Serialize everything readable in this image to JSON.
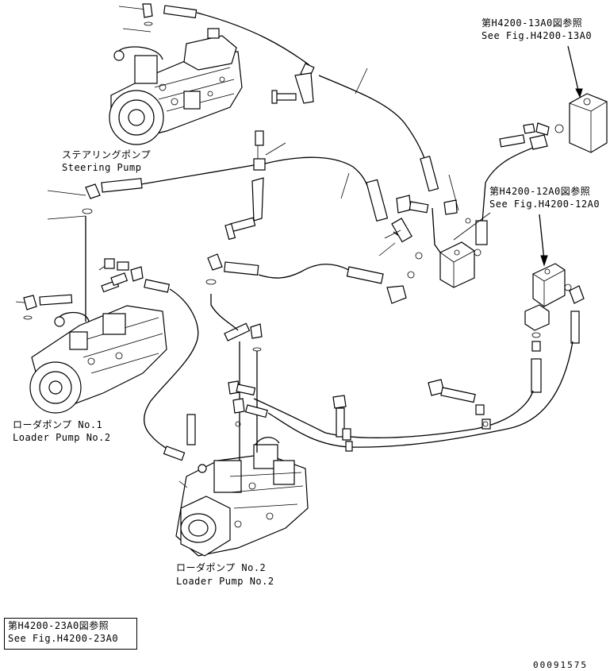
{
  "labels": {
    "steering_jp": "ステアリングポンプ",
    "steering_en": "Steering Pump",
    "loader1_jp": "ローダポンプ No.1",
    "loader1_en": "Loader Pump No.2",
    "loader2_jp": "ローダポンプ No.2",
    "loader2_en": "Loader Pump No.2",
    "ref13_jp": "第H4200-13A0図参照",
    "ref13_en": "See Fig.H4200-13A0",
    "ref12_jp": "第H4200-12A0図参照",
    "ref12_en": "See Fig.H4200-12A0",
    "ref23_jp": "第H4200-23A0図参照",
    "ref23_en": "See Fig.H4200-23A0",
    "drawing_no": "00091575"
  }
}
